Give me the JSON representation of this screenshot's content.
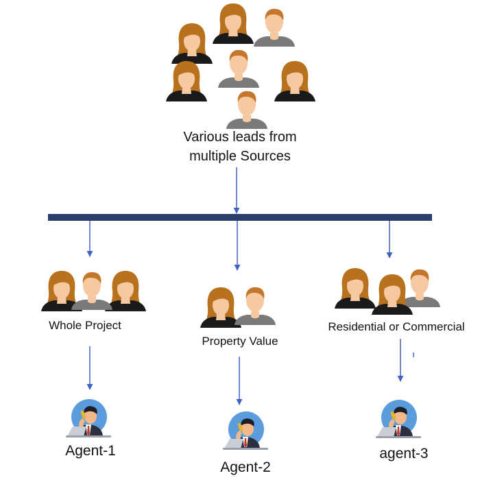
{
  "source": {
    "label_line1": "Various leads from",
    "label_line2": "multiple Sources"
  },
  "groups": [
    {
      "label": "Whole Project"
    },
    {
      "label": "Property Value"
    },
    {
      "label": "Residential or Commercial"
    }
  ],
  "agents": [
    {
      "label": "Agent-1"
    },
    {
      "label": "Agent-2"
    },
    {
      "label": "agent-3"
    }
  ],
  "colors": {
    "bar": "#2c3e6b",
    "arrow": "#3f63c2",
    "female_hair": "#b8721e",
    "skin": "#f7c9a2",
    "female_top": "#1a1a1a",
    "male_hair": "#c4772a",
    "male_shirt": "#7a7a7a",
    "agent_circle": "#5b9cdc"
  }
}
